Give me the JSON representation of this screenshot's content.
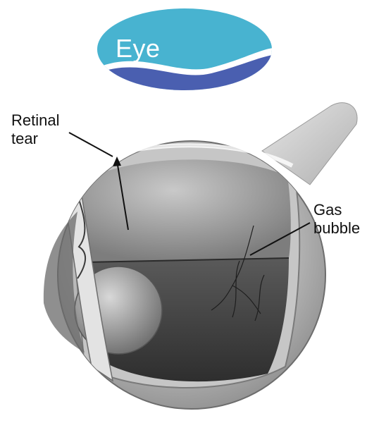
{
  "logo": {
    "text": "Eye",
    "colors": {
      "top": "#48b3d0",
      "bottom": "#4a5fb0",
      "wave": "#ffffff"
    }
  },
  "diagram": {
    "labels": {
      "retinal_tear_line1": "Retinal",
      "retinal_tear_line2": "tear",
      "gas_bubble_line1": "Gas",
      "gas_bubble_line2": "bubble"
    },
    "colors": {
      "sclera": "#d7d7d7",
      "gas_bubble": "#9a9a9a",
      "fluid": "#3f3f3f",
      "lens": "#8a8a8a",
      "optic_nerve": "#c8c8c8"
    }
  }
}
